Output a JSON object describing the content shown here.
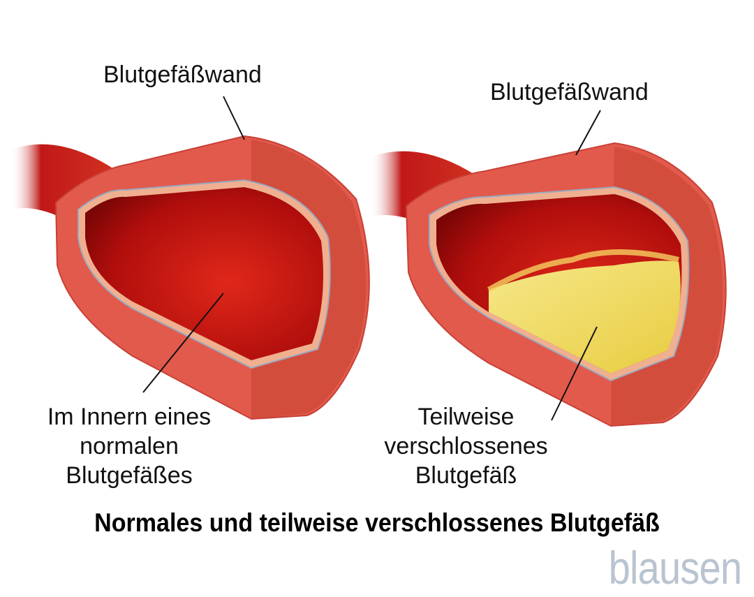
{
  "title": "Normales und teilweise verschlossenes Blutgefäß",
  "logo": "blausen",
  "left": {
    "wall_label": "Blutgefäßwand",
    "inner_label": [
      "Im Innern eines",
      "normalen",
      "Blutgefäßes"
    ]
  },
  "right": {
    "wall_label": "Blutgefäßwand",
    "inner_label": [
      "Teilweise",
      "verschlossenes",
      "Blutgefäß"
    ]
  },
  "colors": {
    "blood": "#c0100e",
    "wall": "#e0584a",
    "plaque": "#f0de6a",
    "logo": "#b9c4d0"
  }
}
